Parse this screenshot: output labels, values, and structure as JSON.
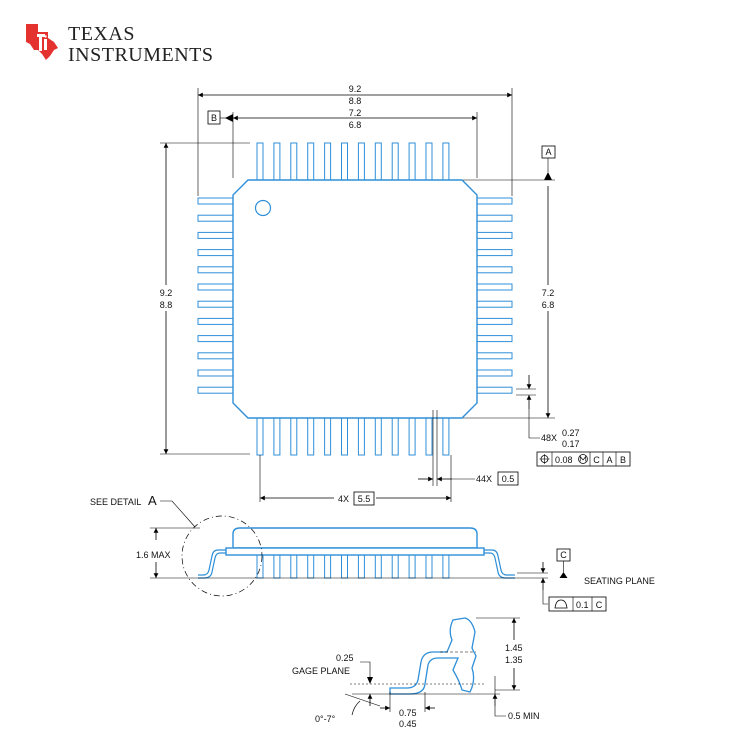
{
  "logo": {
    "line1": "TEXAS",
    "line2": "INSTRUMENTS"
  },
  "colors": {
    "outline": "#2f8fd8",
    "ink": "#000000",
    "logo_red": "#e4332e"
  },
  "top_view": {
    "width_outer": [
      "9.2",
      "8.8"
    ],
    "width_body": [
      "7.2",
      "6.8"
    ],
    "height_outer": [
      "9.2",
      "8.8"
    ],
    "height_body": [
      "7.2",
      "6.8"
    ],
    "datum_b": "B",
    "datum_a": "A",
    "lead_width": {
      "prefix": "48X",
      "values": [
        "0.27",
        "0.17"
      ]
    },
    "feature_control": {
      "tol": "0.08",
      "datums": [
        "C",
        "A",
        "B"
      ]
    },
    "pitch": {
      "prefix": "44X",
      "value": "0.5"
    },
    "span": {
      "prefix": "4X",
      "value": "5.5"
    }
  },
  "side_view": {
    "see_detail": "SEE DETAIL",
    "detail_letter": "A",
    "height": "1.6 MAX",
    "datum_c": "C",
    "seating_plane": "SEATING PLANE",
    "flatness": {
      "tol": "0.1",
      "datum": "C"
    }
  },
  "detail_view": {
    "gage": "0.25",
    "gage_plane": "GAGE PLANE",
    "angle": "0°-7°",
    "foot_length": [
      "0.75",
      "0.45"
    ],
    "standoff_height": [
      "1.45",
      "1.35"
    ],
    "min_length": "0.5 MIN"
  }
}
